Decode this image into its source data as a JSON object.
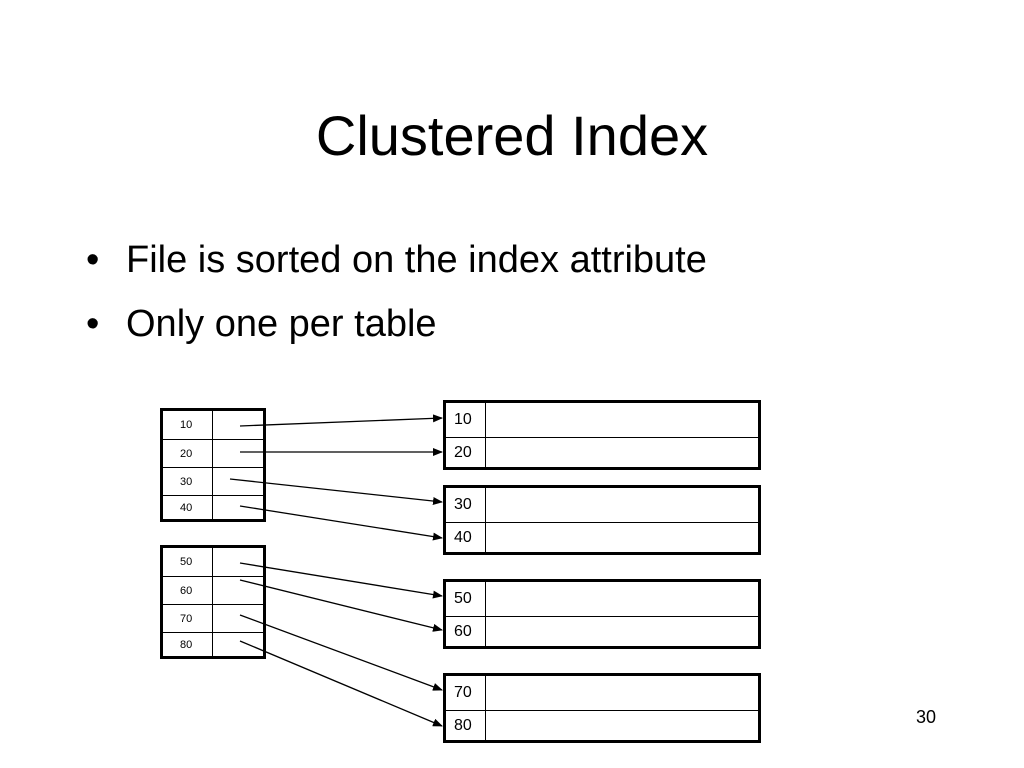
{
  "slide": {
    "title": "Clustered Index",
    "bullets": [
      "File is sorted on the index attribute",
      "Only one per table"
    ],
    "page_number": "30"
  },
  "index_blocks": [
    {
      "keys": [
        "10",
        "20",
        "30",
        "40"
      ]
    },
    {
      "keys": [
        "50",
        "60",
        "70",
        "80"
      ]
    }
  ],
  "data_blocks": [
    {
      "keys": [
        "10",
        "20"
      ]
    },
    {
      "keys": [
        "30",
        "40"
      ]
    },
    {
      "keys": [
        "50",
        "60"
      ]
    },
    {
      "keys": [
        "70",
        "80"
      ]
    }
  ]
}
